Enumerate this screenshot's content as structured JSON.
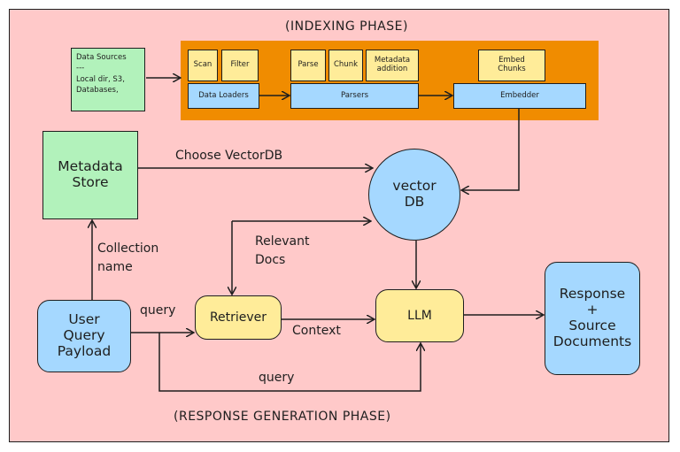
{
  "phases": {
    "indexing": "(INDEXING PHASE)",
    "response": "(RESPONSE GENERATION PHASE)"
  },
  "data_sources": {
    "title": "Data Sources",
    "separator": "---",
    "items": "Local dir, S3,",
    "items2": "Databases,"
  },
  "pipeline": {
    "scan": "Scan",
    "filter": "Filter",
    "data_loaders": "Data Loaders",
    "parse": "Parse",
    "chunk": "Chunk",
    "metadata_addition_1": "Metadata",
    "metadata_addition_2": "addition",
    "parsers": "Parsers",
    "embed_chunks_1": "Embed",
    "embed_chunks_2": "Chunks",
    "embedder": "Embedder"
  },
  "nodes": {
    "metadata_store_1": "Metadata",
    "metadata_store_2": "Store",
    "vector_db_1": "vector",
    "vector_db_2": "DB",
    "user_query_1": "User",
    "user_query_2": "Query",
    "user_query_3": "Payload",
    "retriever": "Retriever",
    "llm": "LLM",
    "response_1": "Response",
    "response_2": "+",
    "response_3": "Source",
    "response_4": "Documents"
  },
  "edge_labels": {
    "choose_vectordb": "Choose VectorDB",
    "relevant_docs_1": "Relevant",
    "relevant_docs_2": "Docs",
    "collection_name_1": "Collection",
    "collection_name_2": "name",
    "query_top": "query",
    "context": "Context",
    "query_bottom": "query"
  },
  "colors": {
    "background": "#ffc9c9",
    "green": "#b2f2bb",
    "yellow": "#ffec99",
    "blue": "#a5d8ff",
    "orange": "#f08c00"
  }
}
